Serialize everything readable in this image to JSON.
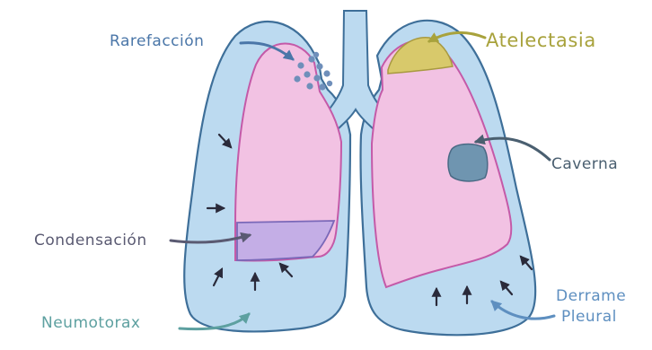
{
  "labels": {
    "rarefaccion": "Rarefacción",
    "atelectasia": "Atelectasia",
    "caverna": "Caverna",
    "condensacion": "Condensación",
    "neumotorax": "Neumotorax",
    "derrame_line1": "Derrame",
    "derrame_line2": "Pleural"
  },
  "colors": {
    "pleura_fill": "#bcdaf0",
    "pleura_stroke": "#3e6f99",
    "lung_fill": "#f2c2e3",
    "lung_stroke": "#c45aa8",
    "atelectasia_fill": "#d8c96b",
    "condensacion_fill": "#c4aee6",
    "condensacion_stroke": "#7a68b8",
    "caverna_fill": "#6f95b0",
    "rarefaccion_dots": "#6f8fba",
    "label_rarefaccion": "#4a76a8",
    "label_atelectasia": "#a8a23c",
    "label_caverna": "#4a5f70",
    "label_condensacion": "#5a5a72",
    "label_neumotorax": "#5da0a0",
    "label_derrame": "#5e8fc0",
    "arrow": "#2a2a3a"
  }
}
